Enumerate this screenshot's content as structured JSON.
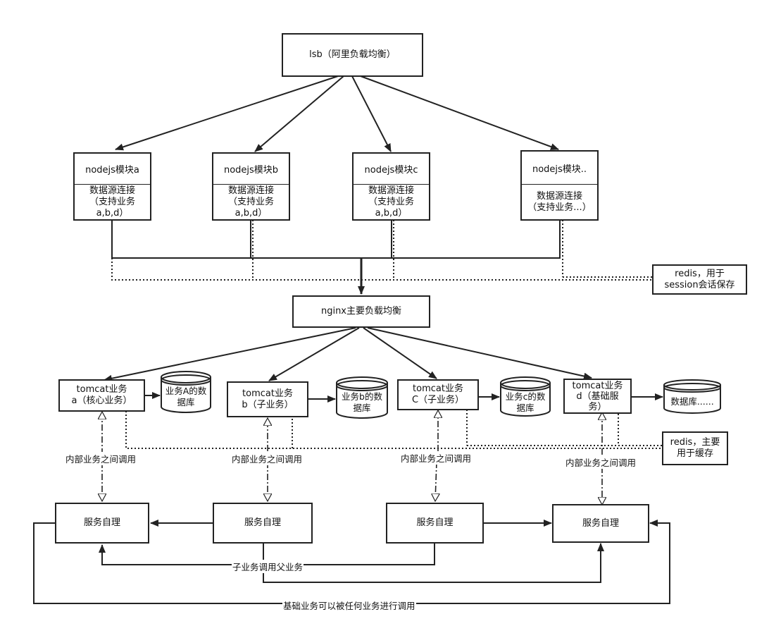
{
  "lsb": "lsb（阿里负载均衡）",
  "nodejs": [
    {
      "title": "nodejs模块a",
      "desc": "数据源连接\n（支持业务\na,b,d）"
    },
    {
      "title": "nodejs模块b",
      "desc": "数据源连接\n（支持业务\na,b,d）"
    },
    {
      "title": "nodejs模块c",
      "desc": "数据源连接\n（支持业务\na,b,d）"
    },
    {
      "title": "nodejs模块..",
      "desc": "数据源连接\n（支持业务...）"
    }
  ],
  "redis_session": "redis，用于\nsession会话保存",
  "nginx": "nginx主要负载均衡",
  "tomcat": [
    "tomcat业务\na（核心业务）",
    "tomcat业务\nb（子业务）",
    "tomcat业务\nC（子业务）",
    "tomcat业务\nd（基础服\n务）"
  ],
  "databases": [
    "业务A的数\n据库",
    "业务b的数\n据库",
    "业务c的数\n据库",
    "数据库......"
  ],
  "redis_cache": "redis，主要\n用于缓存",
  "internal_call": [
    "内部业务之间调用",
    "内部业务之间调用",
    "内部业务之间调用",
    "内部业务之间调用"
  ],
  "service": [
    "服务自理",
    "服务自理",
    "服务自理",
    "服务自理"
  ],
  "child_calls_parent": "子业务调用父业务",
  "base_callable": "基础业务可以被任何业务进行调用"
}
